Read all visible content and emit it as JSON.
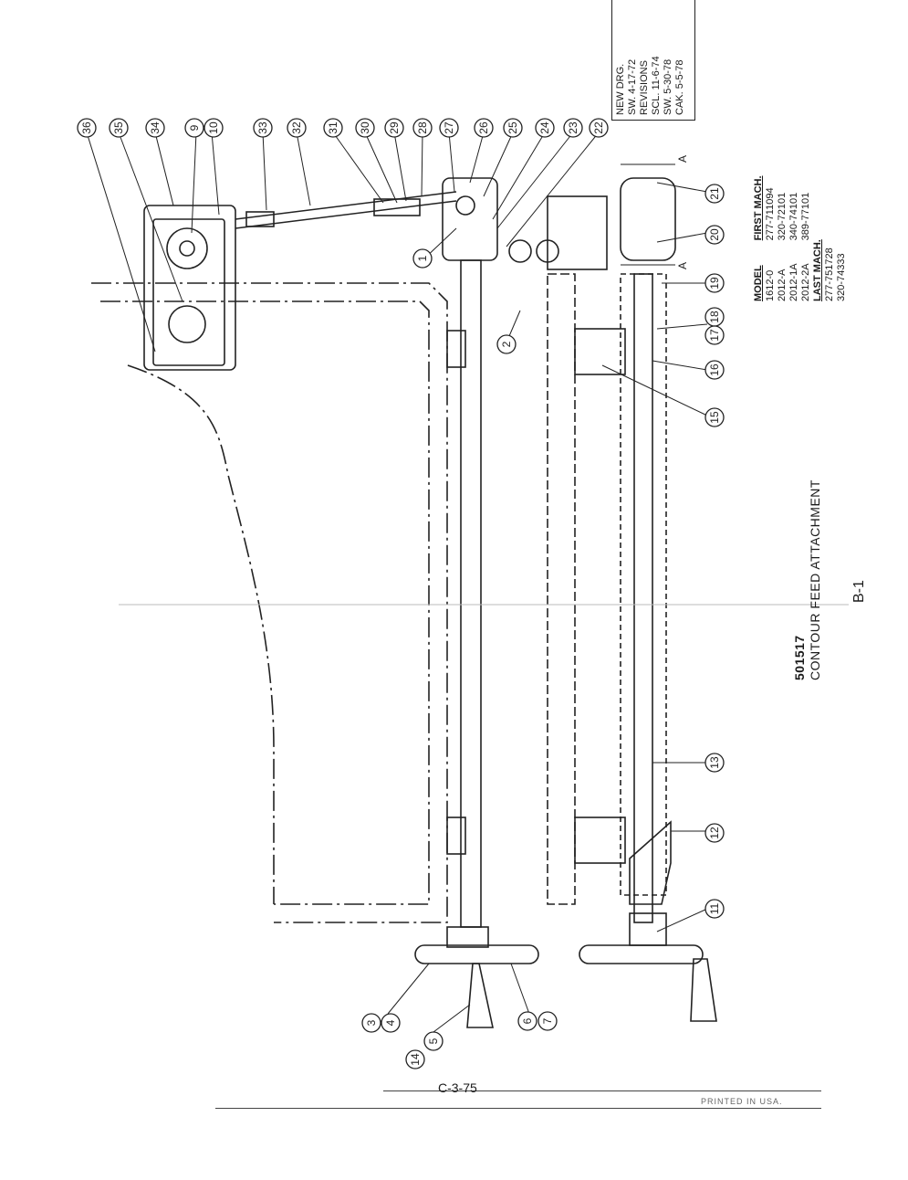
{
  "drawing": {
    "number": "501517",
    "title": "CONTOUR FEED ATTACHMENT",
    "sheet": "B-1",
    "footer_code": "C-3-75",
    "printed": "PRINTED IN USA."
  },
  "revisions": [
    {
      "text": "NEW DRG."
    },
    {
      "text": "SW. 4-17-72"
    },
    {
      "text": "REVISIONS"
    },
    {
      "text": "SCL. 11-6-74"
    },
    {
      "text": "SW. 5-30-78"
    },
    {
      "text": "CAK. 5-5-78"
    }
  ],
  "model_table": {
    "headers": {
      "model": "MODEL",
      "first": "FIRST MACH.",
      "last": "LAST MACH."
    },
    "model": [
      "1612-0",
      "2012-A",
      "2012-1A",
      "2012-2A"
    ],
    "first": [
      "277-711094",
      "320-72101",
      "340-74101",
      "389-77101"
    ],
    "last": [
      "277-751728",
      "320-74333"
    ]
  },
  "section_label": "A",
  "callouts": [
    "36",
    "35",
    "34",
    "9",
    "10",
    "33",
    "32",
    "31",
    "30",
    "29",
    "28",
    "27",
    "26",
    "25",
    "24",
    "23",
    "22",
    "1",
    "2",
    "21",
    "20",
    "19",
    "18",
    "17",
    "16",
    "15",
    "13",
    "12",
    "11",
    "3",
    "4",
    "14",
    "5",
    "6",
    "7"
  ]
}
